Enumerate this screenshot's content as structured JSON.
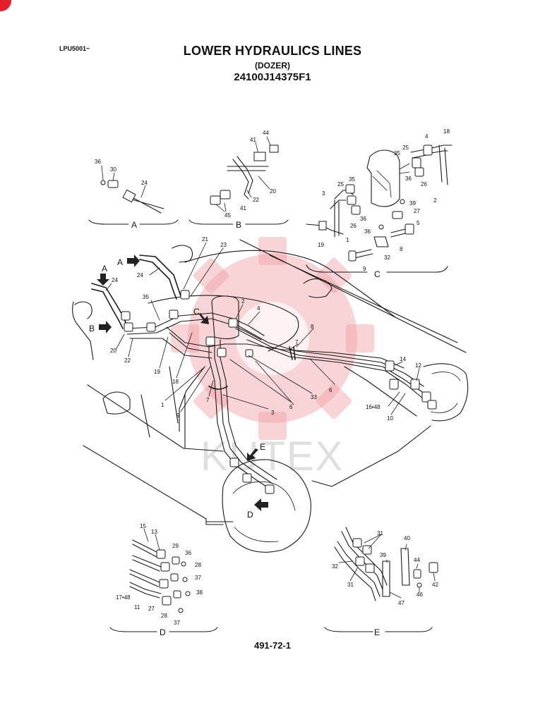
{
  "header": {
    "code": "LPU5001~",
    "title": "LOWER HYDRAULICS LINES",
    "subtitle": "(DOZER)",
    "part_number": "24100J14375F1"
  },
  "footer": {
    "page_ref": "491-72-1"
  },
  "watermark": {
    "text": "KUTEX",
    "color": "#e8323c"
  },
  "sections": {
    "A": {
      "label": "A",
      "parts": [
        "36",
        "30",
        "24"
      ]
    },
    "B": {
      "label": "B",
      "parts": [
        "44",
        "41",
        "20",
        "22",
        "41",
        "45"
      ]
    },
    "C": {
      "label": "C",
      "parts": [
        "4",
        "18",
        "25",
        "35",
        "36",
        "26",
        "35",
        "25",
        "3",
        "36",
        "26",
        "39",
        "2",
        "27",
        "36",
        "5",
        "1",
        "19",
        "32",
        "8",
        "9"
      ]
    },
    "D": {
      "label": "D",
      "parts": [
        "15",
        "13",
        "29",
        "36",
        "28",
        "37",
        "38",
        "17•48",
        "11",
        "27",
        "28",
        "37"
      ]
    },
    "E": {
      "label": "E",
      "parts": [
        "31",
        "40",
        "39",
        "32",
        "44",
        "42",
        "31",
        "46",
        "47"
      ]
    }
  },
  "main": {
    "arrows": [
      "A",
      "A",
      "B",
      "C",
      "E",
      "D"
    ],
    "parts": [
      "21",
      "23",
      "24",
      "24",
      "35",
      "2",
      "4",
      "20",
      "22",
      "19",
      "18",
      "1",
      "9",
      "7",
      "8",
      "7",
      "6",
      "33",
      "3",
      "6",
      "14",
      "12",
      "16•48",
      "10"
    ]
  }
}
